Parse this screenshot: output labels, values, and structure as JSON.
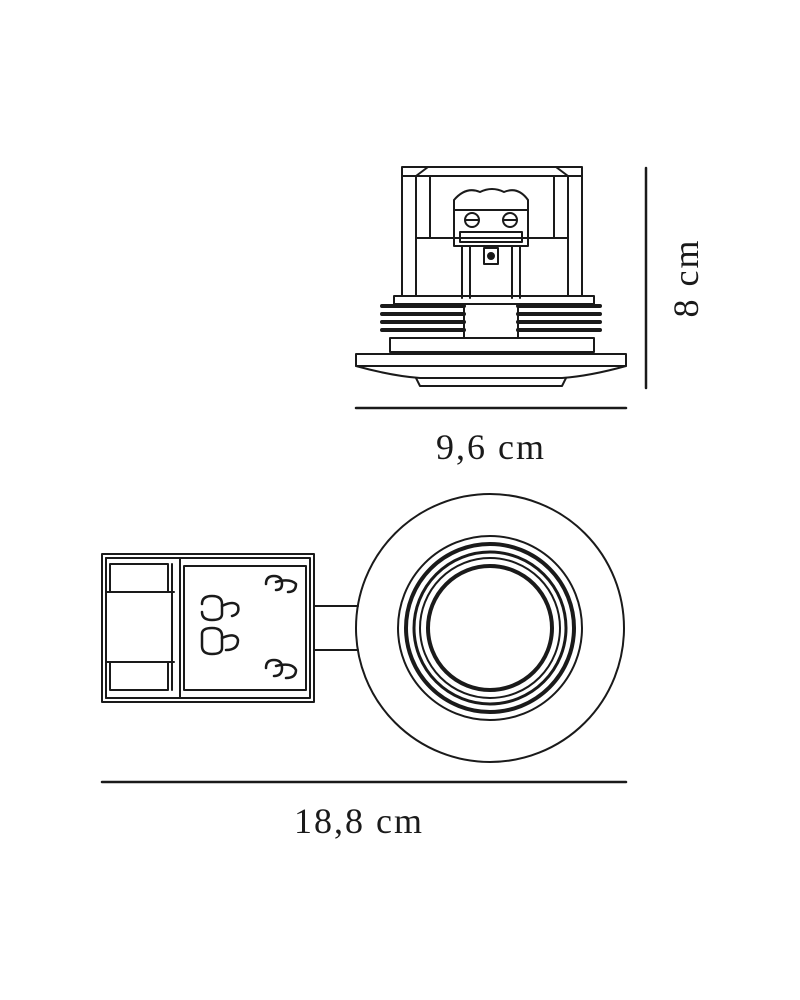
{
  "dimensions": {
    "side_width": "9,6 cm",
    "side_height": "8 cm",
    "top_length": "18,8 cm"
  },
  "colors": {
    "line": "#1a1a1a",
    "background": "#ffffff"
  }
}
